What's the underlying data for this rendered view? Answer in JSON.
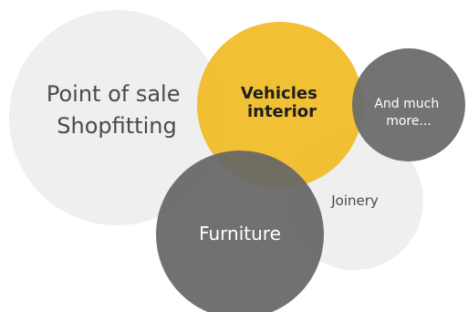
{
  "title": "",
  "circles": [
    {
      "key": "pos",
      "lines": [
        "Point of sale",
        "Shopfitting"
      ],
      "color": "#ececec",
      "text_color": "#4a4a4a",
      "opacity": 0.85
    },
    {
      "key": "joinery",
      "lines": [
        "Joinery"
      ],
      "color": "#ececec",
      "text_color": "#4a4a4a",
      "opacity": 0.85
    },
    {
      "key": "vehicles",
      "lines": [
        "Vehicles",
        "interior"
      ],
      "color": "#f1b91f",
      "text_color": "#1e1e1e",
      "opacity": 0.9
    },
    {
      "key": "more",
      "lines": [
        "And much",
        "more..."
      ],
      "color": "#6c6c6c",
      "text_color": "#ffffff",
      "opacity": 0.95
    },
    {
      "key": "furniture",
      "lines": [
        "Furniture"
      ],
      "color": "#666666",
      "text_color": "#ffffff",
      "opacity": 0.93
    }
  ]
}
